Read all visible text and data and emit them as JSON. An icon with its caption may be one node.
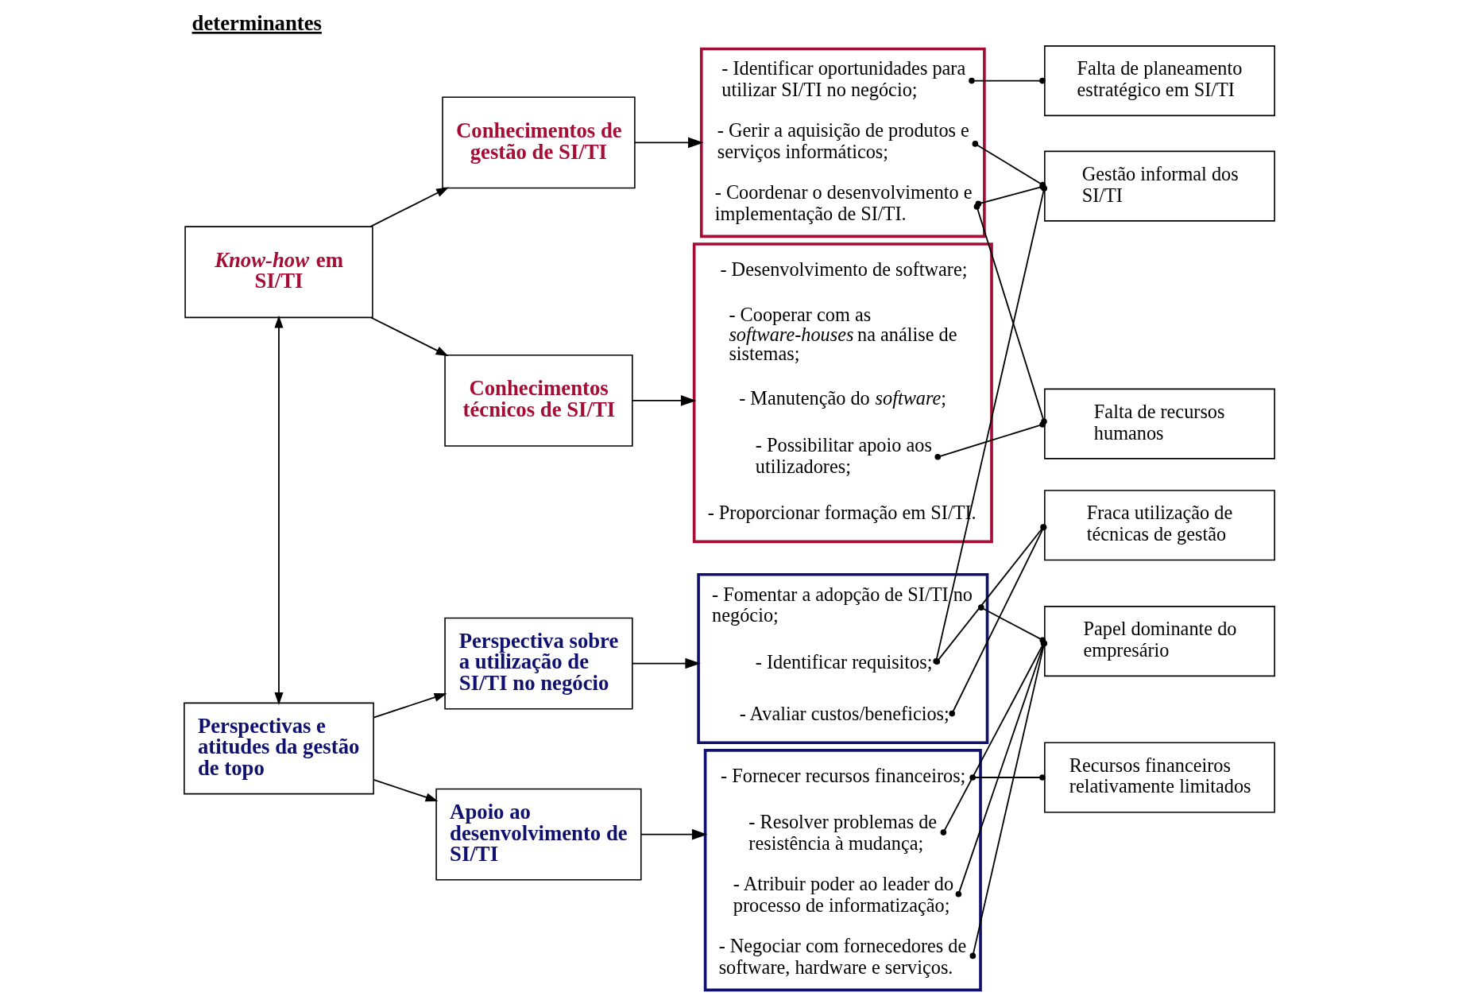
{
  "diagram": {
    "title": "determinantes",
    "nodes": [
      {
        "text": [
          "*Know-how* em SI/TI"
        ]
      },
      {
        "text": [
          "Conhecimentos de gestão de SI/TI"
        ]
      },
      {
        "text": [
          "Conhecimentos técnicos de SI/TI"
        ]
      },
      {
        "text": [
          "Perspectivas e atitudes da gestão de topo"
        ]
      },
      {
        "text": [
          "Perspectiva sobre a utilização de SI/TI no negócio"
        ]
      },
      {
        "text": [
          "Apoio ao desenvolvimento de SI/TI"
        ]
      },
      {
        "text": [],
        "shape": "box"
      },
      {
        "text": [
          "- Identificar oportunidades para utilizar SI/TI no negócio;"
        ],
        "in": 6
      },
      {
        "text": [
          "- Gerir a aquisição de produtos e serviços informáticos;"
        ],
        "in": 6
      },
      {
        "text": [
          "- Coordenar o desenvolvimento e implementação de SI/TI."
        ],
        "in": 6
      },
      {
        "text": [],
        "shape": "box"
      },
      {
        "text": [
          "- Desenvolvimento de software;"
        ],
        "in": 10
      },
      {
        "text": [
          "- Cooperar com as *software-houses* na análise de sistemas;"
        ],
        "in": 10
      },
      {
        "text": [
          "- Manutenção do *software*;"
        ],
        "in": 10
      },
      {
        "text": [
          "- Possibilitar apoio aos utilizadores;"
        ],
        "in": 10
      },
      {
        "text": [
          "- Proporcionar formação em SI/TI."
        ],
        "in": 10
      },
      {
        "text": [],
        "shape": "box"
      },
      {
        "text": [
          "- Fomentar a adopção de SI/TI no negócio;"
        ],
        "in": 16
      },
      {
        "text": [
          "- Identificar requisitos;"
        ],
        "in": 16
      },
      {
        "text": [
          "- Avaliar custos/beneficios;"
        ],
        "in": 16
      },
      {
        "text": [],
        "shape": "box"
      },
      {
        "text": [
          "- Fornecer recursos financeiros;"
        ],
        "in": 20
      },
      {
        "text": [
          "- Resolver problemas de resistência à mudança;"
        ],
        "in": 20
      },
      {
        "text": [
          "- Atribuir poder ao leader do processo de informatização;"
        ],
        "in": 20
      },
      {
        "text": [
          "- Negociar com fornecedores de software, hardware e serviços."
        ],
        "in": 20
      },
      {
        "text": [
          "Falta de planeamento estratégico em SI/TI"
        ]
      },
      {
        "text": [
          "Gestão informal dos SI/TI"
        ]
      },
      {
        "text": [
          "Falta de recursos humanos"
        ]
      },
      {
        "text": [
          "Fraca utilização de técnicas de gestão"
        ]
      },
      {
        "text": [
          "Recursos financeiros relativamente limitados"
        ]
      },
      {
        "text": [
          "Papel dominante do empresário"
        ]
      }
    ],
    "edges": [
      {
        "from": 0,
        "to": 1,
        "arrow": "to"
      },
      {
        "from": 0,
        "to": 2,
        "arrow": "to"
      },
      {
        "from": 0,
        "to": 3,
        "arrow": "both"
      },
      {
        "from": 3,
        "to": 4,
        "arrow": "to"
      },
      {
        "from": 3,
        "to": 5,
        "arrow": "to"
      },
      {
        "from": 1,
        "to": 6,
        "arrow": "to"
      },
      {
        "from": 2,
        "to": 10,
        "arrow": "to"
      },
      {
        "from": 4,
        "to": 16,
        "arrow": "to"
      },
      {
        "from": 5,
        "to": 20,
        "arrow": "to"
      },
      {
        "from": 7,
        "to": 25,
        "arrow": "other"
      },
      {
        "from": 8,
        "to": 26,
        "arrow": "other"
      },
      {
        "from": 9,
        "to": 26,
        "arrow": "other"
      },
      {
        "from": 9,
        "to": 27,
        "arrow": "other"
      },
      {
        "from": 26,
        "to": 18,
        "arrow": "other"
      },
      {
        "from": 14,
        "to": 27,
        "arrow": "other"
      },
      {
        "from": 28,
        "to": 18,
        "arrow": "other"
      },
      {
        "from": 28,
        "to": 19,
        "arrow": "other"
      },
      {
        "from": 21,
        "to": 29,
        "arrow": "other"
      },
      {
        "from": 30,
        "to": 17,
        "arrow": "other"
      },
      {
        "from": 30,
        "to": 22,
        "arrow": "other"
      },
      {
        "from": 30,
        "to": 23,
        "arrow": "other"
      },
      {
        "from": 30,
        "to": 24,
        "arrow": "other"
      }
    ]
  }
}
